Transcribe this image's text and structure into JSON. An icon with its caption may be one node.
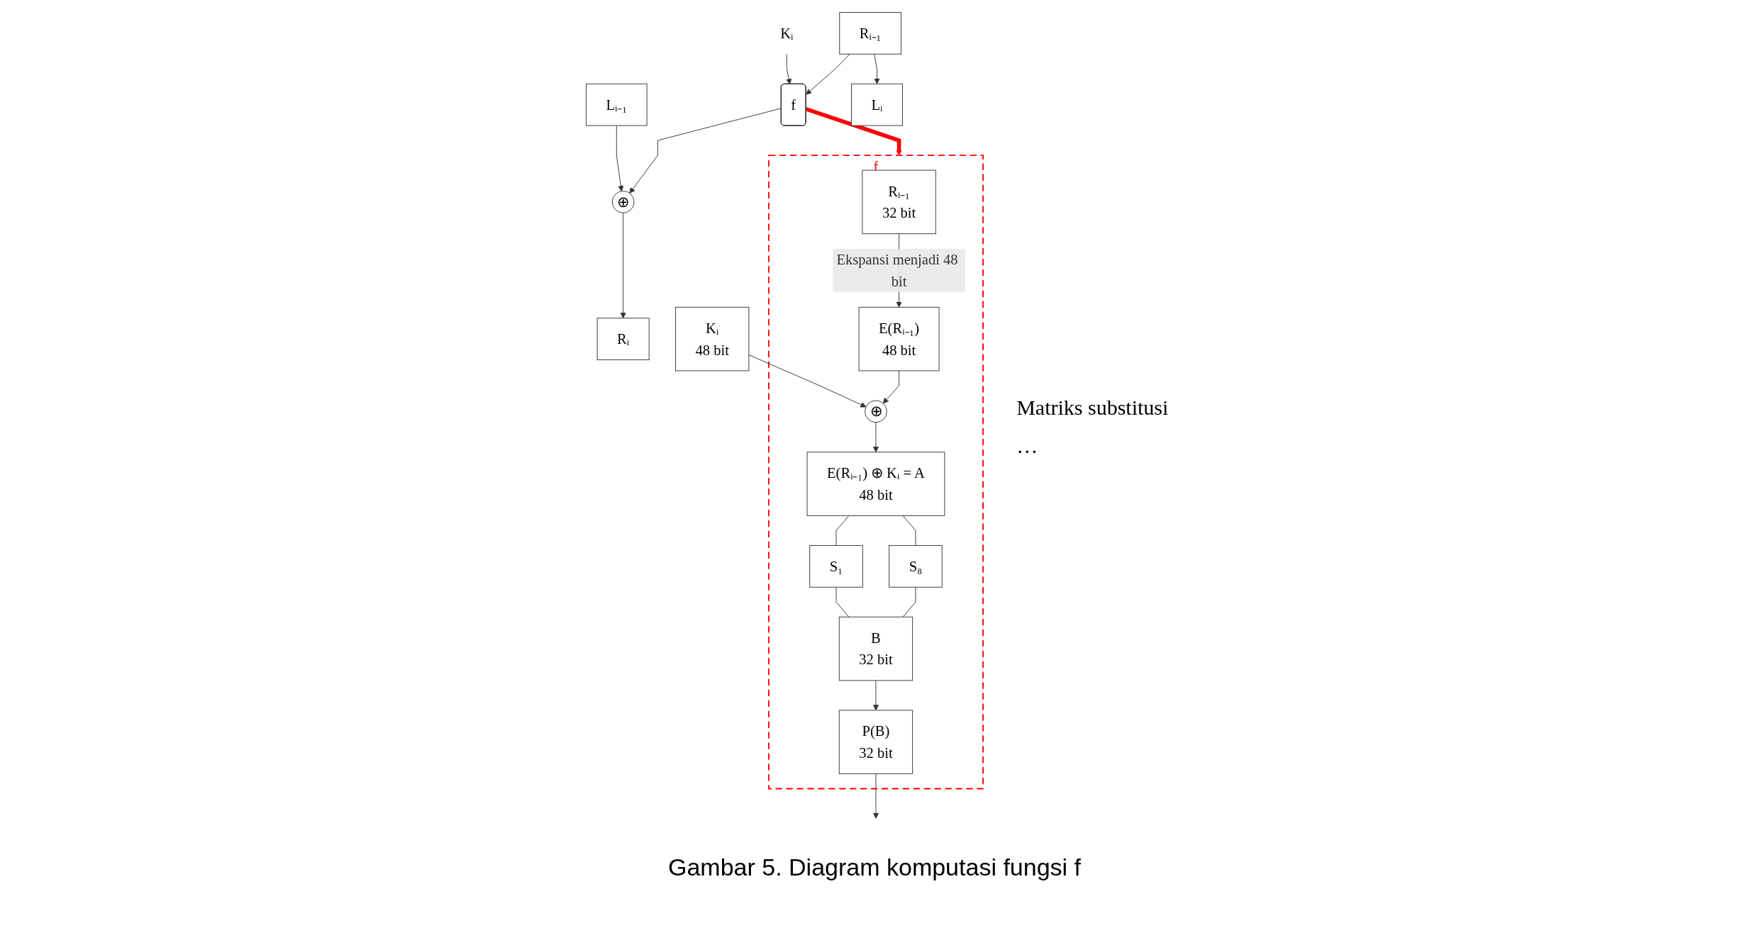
{
  "diagram": {
    "caption": "Gambar 5. Diagram komputasi fungsi f",
    "nodes": [
      {
        "text": [
          "f"
        ]
      },
      {
        "text": [
          "Rᵢ₋₁",
          "32 bit"
        ],
        "in": 0
      },
      {
        "text": [
          "E(Rᵢ₋₁)",
          "48 bit"
        ],
        "in": 0
      },
      {
        "text": [
          "⊕"
        ],
        "in": 0
      },
      {
        "text": [
          "Kᵢ",
          "48 bit"
        ]
      },
      {
        "text": [
          "E(Rᵢ₋₁) ⊕ Kᵢ = A",
          "48 bit"
        ],
        "in": 0
      },
      {
        "text": [
          "S₁"
        ],
        "in": 0
      },
      {
        "text": [
          "S₈"
        ],
        "in": 0
      },
      {
        "text": [
          "B",
          "32 bit"
        ],
        "in": 0
      },
      {
        "text": [
          "P(B)",
          "32 bit"
        ],
        "in": 0
      },
      {
        "text": [
          "Lᵢ₋₁"
        ]
      },
      {
        "text": [
          "Rᵢ₋₁"
        ]
      },
      {
        "text": [
          "Kᵢ"
        ]
      },
      {
        "text": [
          "⊕"
        ]
      },
      {
        "text": [
          "f"
        ]
      },
      {
        "text": [
          "Lᵢ"
        ]
      },
      {
        "text": [
          "Rᵢ"
        ]
      }
    ],
    "edges": [
      {
        "from": 1,
        "to": 2,
        "arrow": "to",
        "label": "Ekspansi menjadi 48 bit"
      },
      {
        "from": 2,
        "to": 3,
        "arrow": "to"
      },
      {
        "from": 4,
        "to": 3,
        "arrow": "to"
      },
      {
        "from": 3,
        "to": 5,
        "arrow": "to"
      },
      {
        "from": 5,
        "to": 6,
        "arrow": "none"
      },
      {
        "from": 5,
        "to": 7,
        "arrow": "none"
      },
      {
        "from": 6,
        "to": 8,
        "arrow": "none"
      },
      {
        "from": 7,
        "to": 8,
        "arrow": "none"
      },
      {
        "from": 8,
        "to": 9,
        "arrow": "to"
      },
      {
        "from": 9,
        "to": null,
        "arrow": "to"
      },
      {
        "from": 10,
        "to": 13,
        "arrow": "to"
      },
      {
        "from": 12,
        "to": 14,
        "arrow": "to"
      },
      {
        "from": 11,
        "to": 14,
        "arrow": "to"
      },
      {
        "from": 14,
        "to": 13,
        "arrow": "to"
      },
      {
        "from": 13,
        "to": 16,
        "arrow": "to"
      },
      {
        "from": 11,
        "to": 15,
        "arrow": "to"
      },
      {
        "from": 14,
        "to": 0,
        "arrow": "to",
        "style": "thick",
        "color": "#ff0000"
      }
    ],
    "labels": [
      "Matriks substitusi",
      "…"
    ]
  }
}
